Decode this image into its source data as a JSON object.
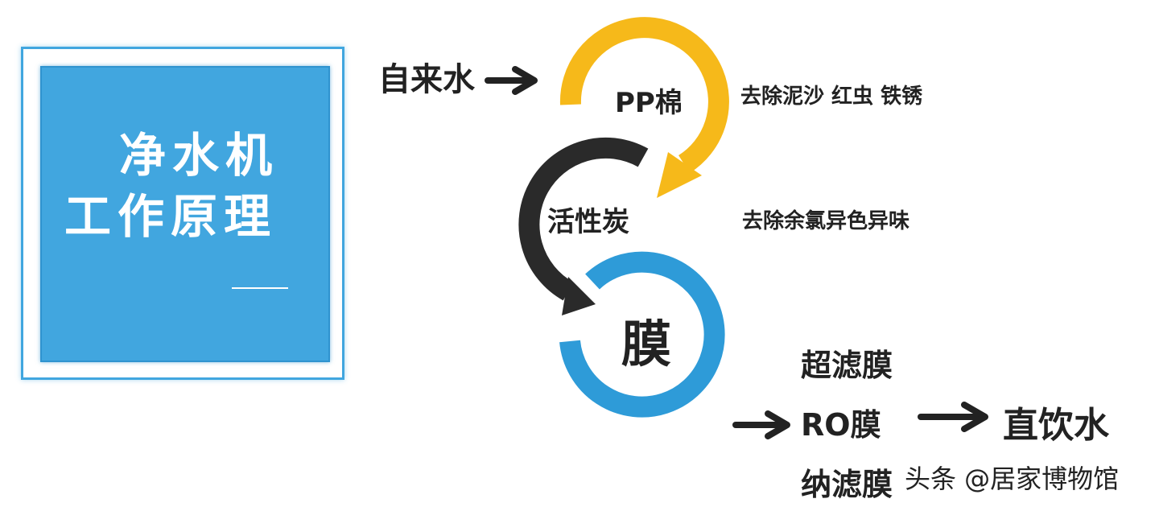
{
  "title": {
    "line1": "净水机",
    "line2": "工作原理"
  },
  "flow": {
    "input_label": "自来水",
    "stages": [
      {
        "name": "PP棉",
        "description": "去除泥沙 红虫 铁锈",
        "color": "#f6b91a"
      },
      {
        "name": "活性炭",
        "description": "去除余氯异色异味",
        "color": "#2a2a2a"
      },
      {
        "name": "膜",
        "color": "#2e9bd8"
      }
    ],
    "membrane_types": [
      "超滤膜",
      "RO膜",
      "纳滤膜"
    ],
    "output_label": "直饮水"
  },
  "watermark": "头条 @居家博物馆",
  "colors": {
    "accent_blue": "#41a6df",
    "pp_yellow": "#f6b91a",
    "carbon_black": "#2a2a2a",
    "membrane_blue": "#2e9bd8",
    "arrow": "#222222"
  }
}
